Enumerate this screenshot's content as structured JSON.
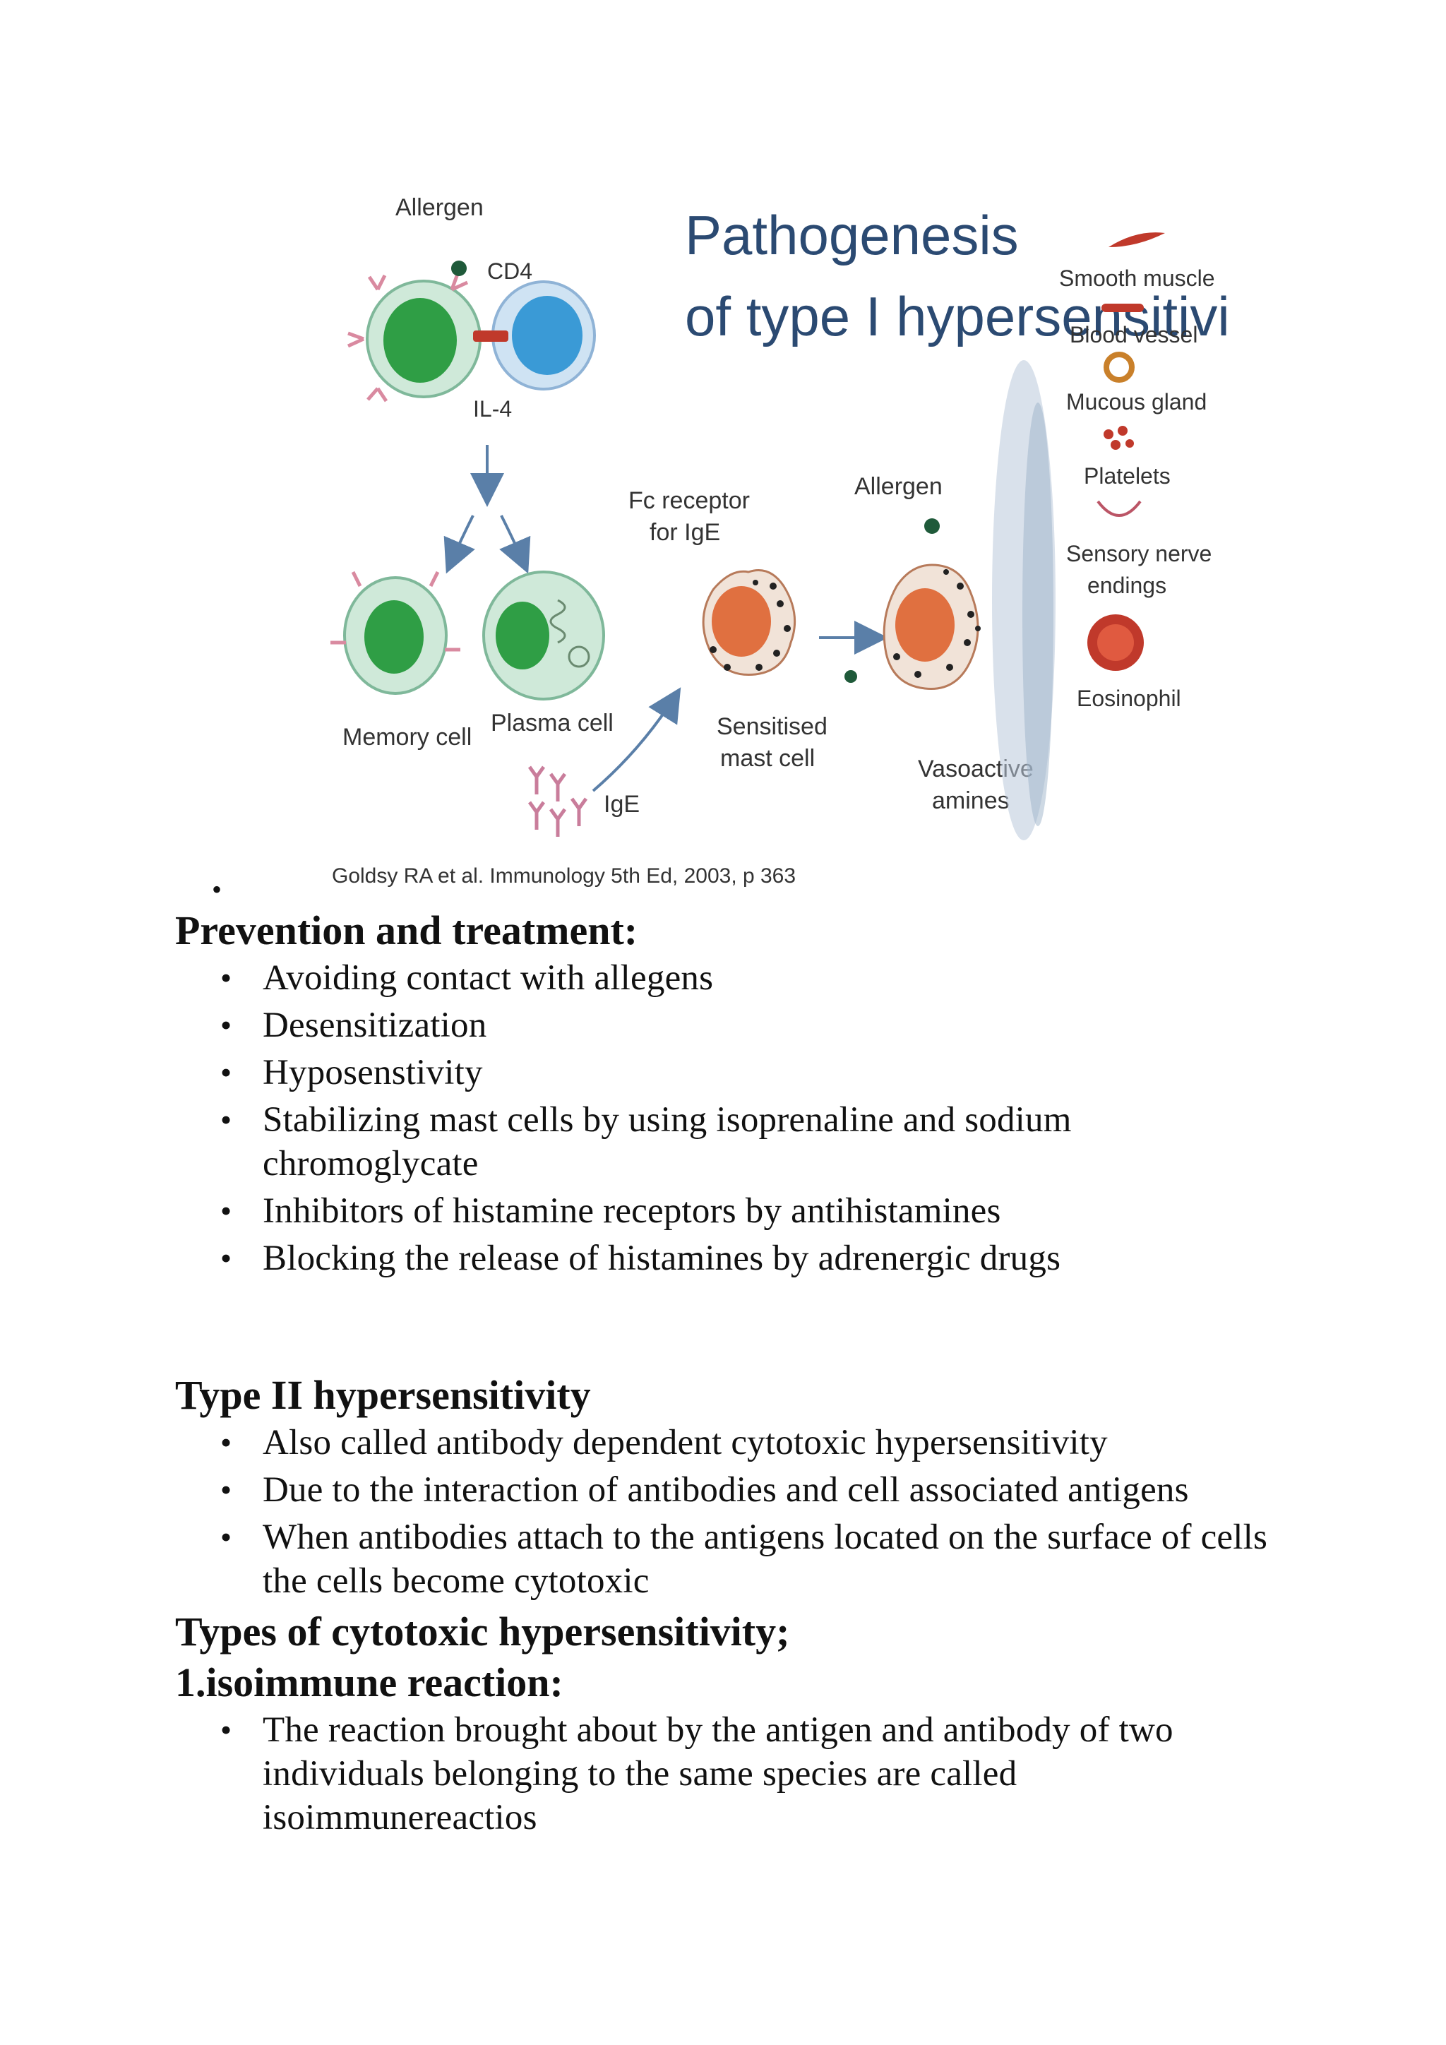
{
  "figure": {
    "title_line1": "Pathogenesis",
    "title_line2": "of type I hypersensitivity",
    "labels": {
      "allergen_top": "Allergen",
      "cd4": "CD4",
      "il4": "IL-4",
      "memory_cell": "Memory cell",
      "plasma_cell": "Plasma cell",
      "ige": "IgE",
      "fc_receptor_1": "Fc receptor",
      "fc_receptor_2": "for IgE",
      "sensitised_1": "Sensitised",
      "sensitised_2": "mast cell",
      "allergen_right": "Allergen",
      "vasoactive_1": "Vasoactive",
      "vasoactive_2": "amines",
      "smooth_muscle": "Smooth muscle",
      "blood_vessel": "Blood vessel",
      "mucous_gland": "Mucous gland",
      "platelets": "Platelets",
      "sensory_1": "Sensory nerve",
      "sensory_2": "endings",
      "eosinophil": "Eosinophil",
      "citation": "Goldsy RA et al.  Immunology 5th Ed, 2003, p 363"
    }
  },
  "sections": {
    "prevention": {
      "heading": "Prevention and treatment:",
      "items": [
        "Avoiding  contact  with allegens",
        "Desensitization",
        "Hyposenstivity",
        "Stabilizing  mast cells  by using isoprenaline and sodium chromoglycate",
        "Inhibitors  of histamine  receptors by antihistamines",
        "Blocking  the release  of histamines  by adrenergic  drugs"
      ]
    },
    "type2": {
      "heading": "Type II hypersensitivity",
      "items": [
        "Also called antibody  dependent  cytotoxic  hypersensitivity",
        "Due to the interaction  of antibodies  and cell associated antigens",
        "When  antibodies  attach to the antigens  located on the surface of cells the cells become  cytotoxic"
      ]
    },
    "types_heading": "Types of cytotoxic hypersensitivity;",
    "isoimmune": {
      "heading": "1.isoimmune  reaction:",
      "items": [
        "The  reaction brought about by the antigen and antibody  of two individuals  belonging  to the same species are called isoimmunereactios"
      ]
    }
  }
}
